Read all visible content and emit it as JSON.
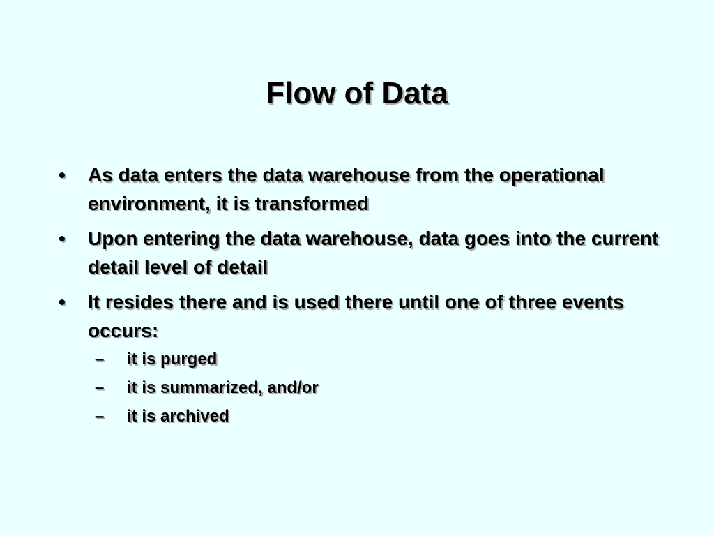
{
  "slide": {
    "title": "Flow of Data",
    "bullet_marker": "•",
    "sub_marker": "–",
    "bullets": [
      {
        "text": "As data enters the data warehouse from the operational environment, it is transformed"
      },
      {
        "text": "Upon entering the data warehouse, data goes into the current detail level of detail"
      },
      {
        "text": "It resides there and is used there until one of three events occurs:"
      }
    ],
    "sub_bullets": [
      {
        "text": "it is purged"
      },
      {
        "text": "it is summarized, and/or"
      },
      {
        "text": "it is archived"
      }
    ]
  }
}
